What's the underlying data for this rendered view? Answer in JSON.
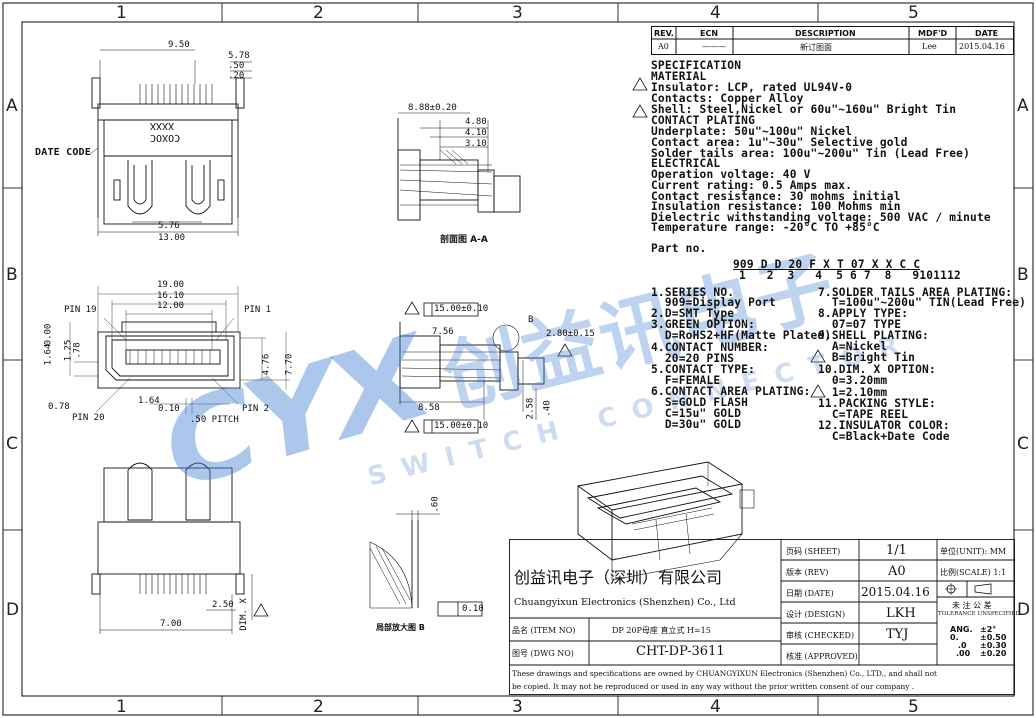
{
  "grid": {
    "cols": [
      "1",
      "2",
      "3",
      "4",
      "5"
    ],
    "rows": [
      "A",
      "B",
      "C",
      "D"
    ]
  },
  "revision": {
    "headers": [
      "REV.",
      "ECN",
      "DESCRIPTION",
      "MDF'D",
      "DATE"
    ],
    "row": [
      "A0",
      "———",
      "新订图面",
      "Lee",
      "2015.04.16"
    ]
  },
  "spec": {
    "heading": "SPECIFICATION",
    "material_heading": "MATERIAL",
    "insulator": "Insulator: LCP, rated UL94V-0",
    "contacts": "Contacts: Copper Alloy",
    "shell": "Shell: Steel,Nickel or 60u\"~160u\" Bright Tin",
    "plating_heading": "CONTACT PLATING",
    "underplate": "Underplate: 50u\"~100u\" Nickel",
    "contact_area": "Contact area: 1u\"~30u\" Selective gold",
    "solder_tails": "Solder tails area: 100u\"~200u\" Tin (Lead Free)",
    "electrical_heading": "ELECTRICAL",
    "op_voltage": "Operation voltage: 40 V",
    "current": "Current rating: 0.5 Amps max.",
    "contact_res": "Contact resistance: 30 mohms initial",
    "insul_res": "Insulation resistance: 100 Mohms min",
    "dielectric": "Dielectric withstanding voltage: 500 VAC / minute",
    "temperature": "Temperature range: -20°C TO +85°C"
  },
  "part_no": {
    "label": "Part no.",
    "code": "909 D D 20 F X T 07 X X C C",
    "index": "1   2  3   4  5 6 7  8   9101112"
  },
  "options_left": [
    "1.SERIES NO.",
    "  909=Display Port",
    "2.D=SMT Type",
    "3.GREEN OPTION:",
    "  D=RoHS2+HF(Matte Plated)",
    "4.CONTACT NUMBER:",
    "  20=20 PINS",
    "5.CONTACT TYPE:",
    "  F=FEMALE",
    "6.CONTACT AREA PLATING:",
    "  S=GOLD FLASH",
    "  C=15u\" GOLD",
    "  D=30u\" GOLD"
  ],
  "options_right": [
    "7.SOLDER TAILS AREA PLATING:",
    "  T=100u\"~200u\" TIN(Lead Free)",
    "8.APPLY TYPE:",
    "  07=07 TYPE",
    "9.SHELL PLATING:",
    "  A=Nickel",
    "  B=Bright Tin",
    "10.DIM. X OPTION:",
    "  0=3.20mm",
    "  1=2.10mm",
    "11.PACKING STYLE:",
    "  C=TAPE REEL",
    "12.INSULATOR COLOR:",
    "  C=Black+Date Code"
  ],
  "view_top": {
    "dims": [
      "9.50",
      "5.78",
      ".50",
      ".20",
      "5.76",
      "13.00"
    ],
    "label_xxxx": "XXXX",
    "label_coxoc": "COXOC",
    "date_code": "DATE CODE"
  },
  "view_section": {
    "dims": [
      "8.88±0.20",
      "4.80",
      "4.10",
      "3.10"
    ],
    "caption": "剖面图 A-A"
  },
  "view_front": {
    "dims": [
      "19.00",
      "16.10",
      "12.00",
      "0.00",
      "1.64",
      "1.25",
      ".78",
      "4.76",
      "7.70",
      "1.64",
      "0.78",
      "0.10",
      ".50 PITCH"
    ],
    "pin19": "PIN 19",
    "pin1": "PIN 1",
    "pin20": "PIN 20",
    "pin2": "PIN 2",
    "pitch": ".50 PITCH"
  },
  "view_side": {
    "flat1": "15.00±0.10",
    "flat2": "15.00±0.10",
    "d756": "7.56",
    "d280": "2.80±0.15",
    "d858": "8.58",
    "d258": "2.58",
    "d40": ".40",
    "label_b": "B"
  },
  "view_bottom": {
    "dims": [
      "2.50",
      "7.00"
    ],
    "dimx": "DIM. X"
  },
  "view_detail": {
    "dim": ".60",
    "caption": "局部放大图 B",
    "flat": "0.10"
  },
  "watermark": {
    "brand": "CYX",
    "cn": "创益讯电子",
    "en": "SWITCH CONNECTOR"
  },
  "title_block": {
    "company_cn": "创益讯电子（深圳）有限公司",
    "company_en": "Chuangyixun Electronics (Shenzhen) Co., Ltd",
    "sheet_label": "页码 (SHEET)",
    "sheet_val": "1/1",
    "rev_label": "版本 (REV)",
    "rev_val": "A0",
    "date_label": "日期 (DATE)",
    "date_val": "2015.04.16",
    "design_label": "设计 (DESIGN)",
    "design_val": "LKH",
    "checked_label": "审核 (CHECKED)",
    "checked_val": "TYJ",
    "approved_label": "核准 (APPROVED)",
    "approved_val": "",
    "item_label": "品名 (ITEM NO)",
    "item_val": "DP 20P母座 直立式 H=15",
    "dwg_label": "图号 (DWG NO)",
    "dwg_val": "CHT-DP-3611",
    "unit": "单位(UNIT): MM",
    "scale": "比例(SCALE) 1:1",
    "tol_cn": "未 注 公 差",
    "tol_en": "TOLERANCE UNSPECIFIED",
    "tol_ang": "ANG.",
    "tol_ang_v": "±2°",
    "tol_0": "0.",
    "tol_0_v": "±0.50",
    "tol_1": ".0",
    "tol_1_v": "±0.30",
    "tol_2": ".00",
    "tol_2_v": "±0.20",
    "notice": "These drawings and specifications are owned by CHUANGYIXUN Electronics (Shenzhen) Co., LTD., and shall not",
    "notice2": "be copied. It may not be reproduced or used in any way without the prior written consent of our company ."
  }
}
